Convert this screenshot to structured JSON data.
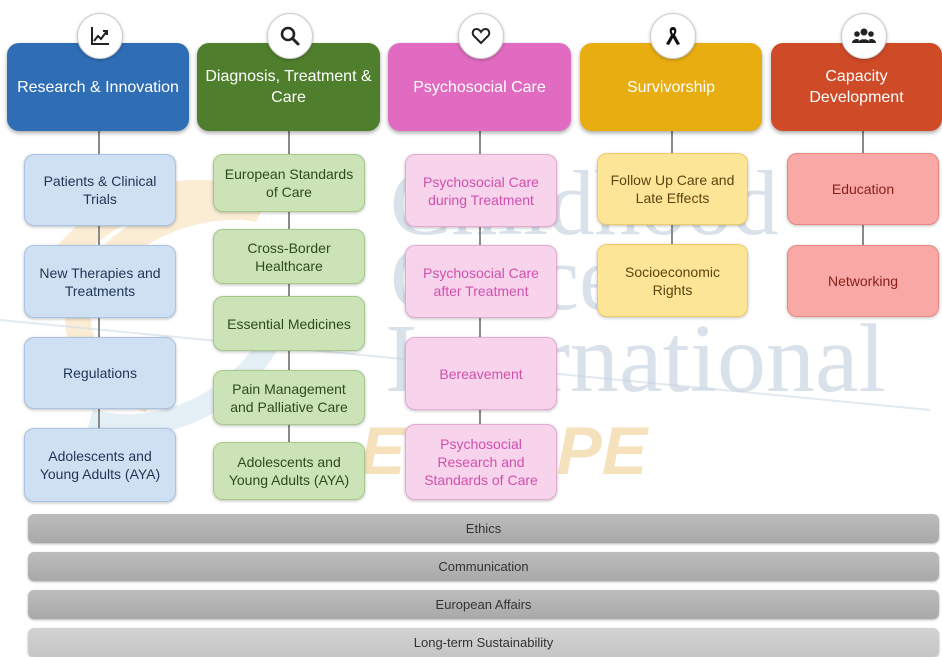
{
  "pillars": [
    {
      "title": "Research & Innovation",
      "icon": "chart-icon",
      "color": "#2f6db5",
      "items": [
        "Patients & Clinical Trials",
        "New Therapies and Treatments",
        "Regulations",
        "Adolescents and Young Adults (AYA)"
      ]
    },
    {
      "title": "Diagnosis, Treatment & Care",
      "icon": "search-icon",
      "color": "#4f7f2c",
      "items": [
        "European Standards of Care",
        "Cross-Border Healthcare",
        "Essential Medicines",
        "Pain Management and Palliative Care",
        "Adolescents and Young Adults (AYA)"
      ]
    },
    {
      "title": "Psychosocial Care",
      "icon": "heart-icon",
      "color": "#e06bc0",
      "items": [
        "Psychosocial Care during Treatment",
        "Psychosocial Care after Treatment",
        "Bereavement",
        "Psychosocial Research and Standards of Care"
      ]
    },
    {
      "title": "Survivorship",
      "icon": "ribbon-icon",
      "color": "#e8ad10",
      "items": [
        "Follow Up Care and Late Effects",
        "Socioeconomic Rights"
      ]
    },
    {
      "title": "Capacity Development",
      "icon": "group-icon",
      "color": "#cf4a27",
      "items": [
        "Education",
        "Networking"
      ]
    }
  ],
  "crosscutting": [
    "Ethics",
    "Communication",
    "European Affairs",
    "Long-term Sustainability"
  ],
  "watermark": {
    "lines": [
      "Childhood",
      "Cancer",
      "International"
    ],
    "region": "EUROPE"
  }
}
